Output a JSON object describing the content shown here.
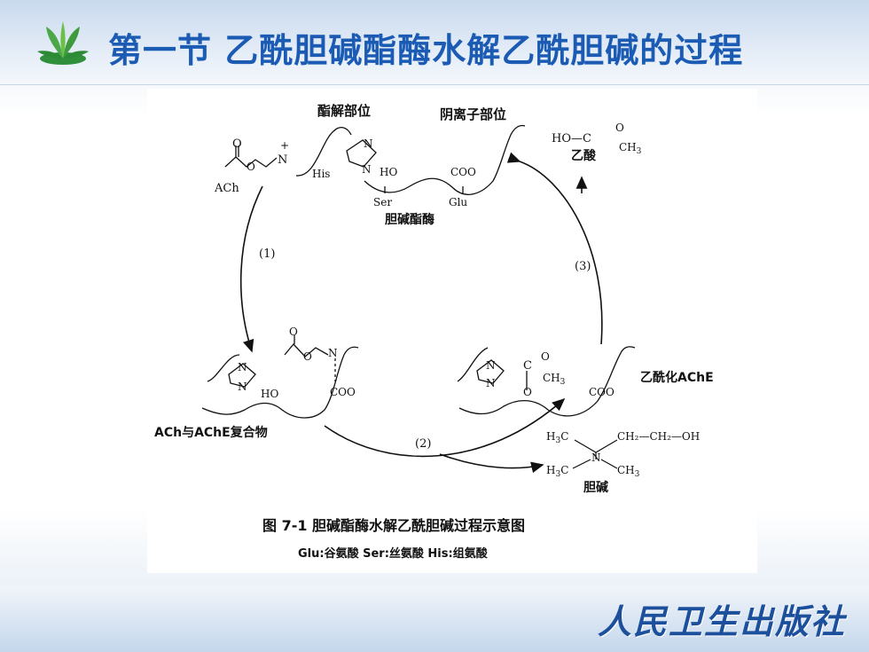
{
  "slide": {
    "title": "第一节  乙酰胆碱酯酶水解乙酰胆碱的过程",
    "publisher": "人民卫生出版社",
    "title_color": "#1b5bb4"
  },
  "diagram": {
    "labels": {
      "esteratic_site": "酯解部位",
      "anionic_site": "阴离子部位",
      "enzyme": "胆碱酯酶",
      "ach": "ACh",
      "his": "His",
      "ho": "HO",
      "coo": "COO",
      "ser": "Ser",
      "glu": "Glu",
      "n": "N",
      "o": "O",
      "acetic_formula": "HO—C",
      "ch3": "CH",
      "acetic_acid": "乙酸",
      "step1": "(1)",
      "step2": "(2)",
      "step3": "(3)",
      "complex": "ACh与AChE复合物",
      "acetylated": "乙酰化AChE",
      "choline": "胆碱",
      "h3c": "H",
      "ch2_chain": "CH₂—CH₂—OH"
    },
    "caption": "图 7-1    胆碱酯酶水解乙酰胆碱过程示意图",
    "legend": "Glu:谷氨酸    Ser:丝氨酸    His:组氨酸"
  }
}
